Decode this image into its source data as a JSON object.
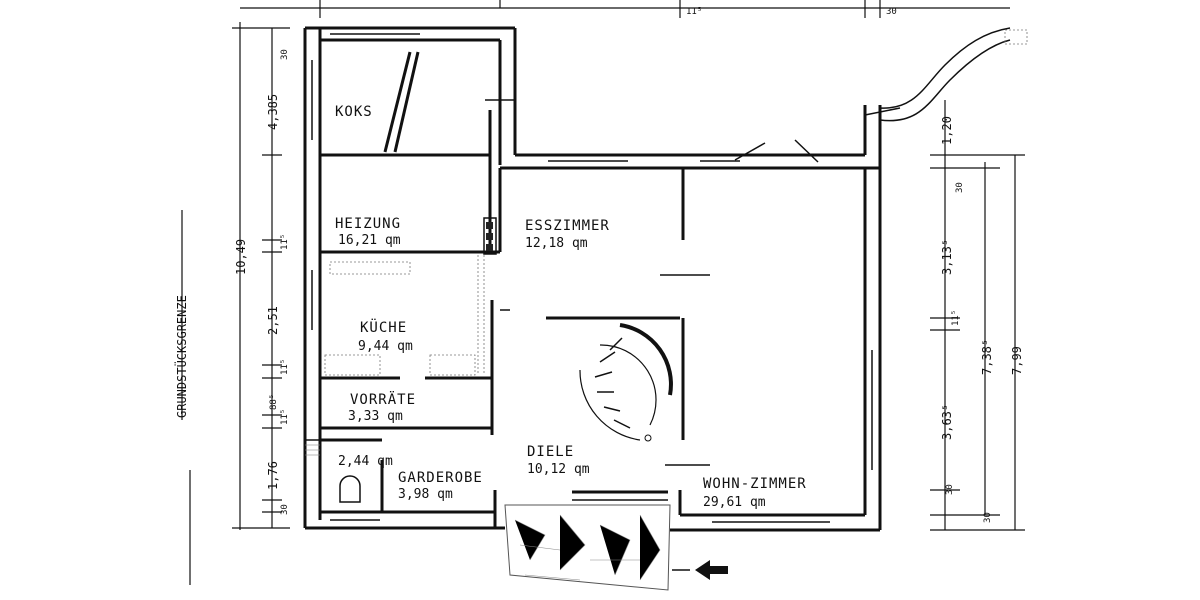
{
  "rooms": {
    "koks": {
      "name": "KOKS"
    },
    "heizung": {
      "name": "HEIZUNG",
      "area": "16,21 qm"
    },
    "esszimmer": {
      "name": "ESSZIMMER",
      "area": "12,18 qm"
    },
    "kueche": {
      "name": "KÜCHE",
      "area": "9,44 qm"
    },
    "vorraete": {
      "name": "VORRÄTE",
      "area": "3,33 qm"
    },
    "diele": {
      "name": "DIELE",
      "area": "10,12 qm"
    },
    "wc": {
      "area": "2,44 qm"
    },
    "garderobe": {
      "name": "GARDEROBE",
      "area": "3,98 qm"
    },
    "wohnzimmer": {
      "name": "WOHN-ZIMMER",
      "area": "29,61 qm"
    }
  },
  "boundary_label": "GRUNDSTÜCKSGRENZE",
  "dimensions": {
    "left_outer": "10,49",
    "left_inner": [
      "4,385",
      "2,51",
      "1,76",
      "88⁵",
      "30",
      "30",
      "11⁵",
      "11⁵",
      "11⁵"
    ],
    "right_outer": "7,99",
    "right_middle": "7,38⁵",
    "right_inner": [
      "1,20",
      "3,13⁵",
      "3,63⁵",
      "30",
      "30",
      "30",
      "11⁵"
    ],
    "top": [
      "11⁵",
      "30"
    ]
  }
}
